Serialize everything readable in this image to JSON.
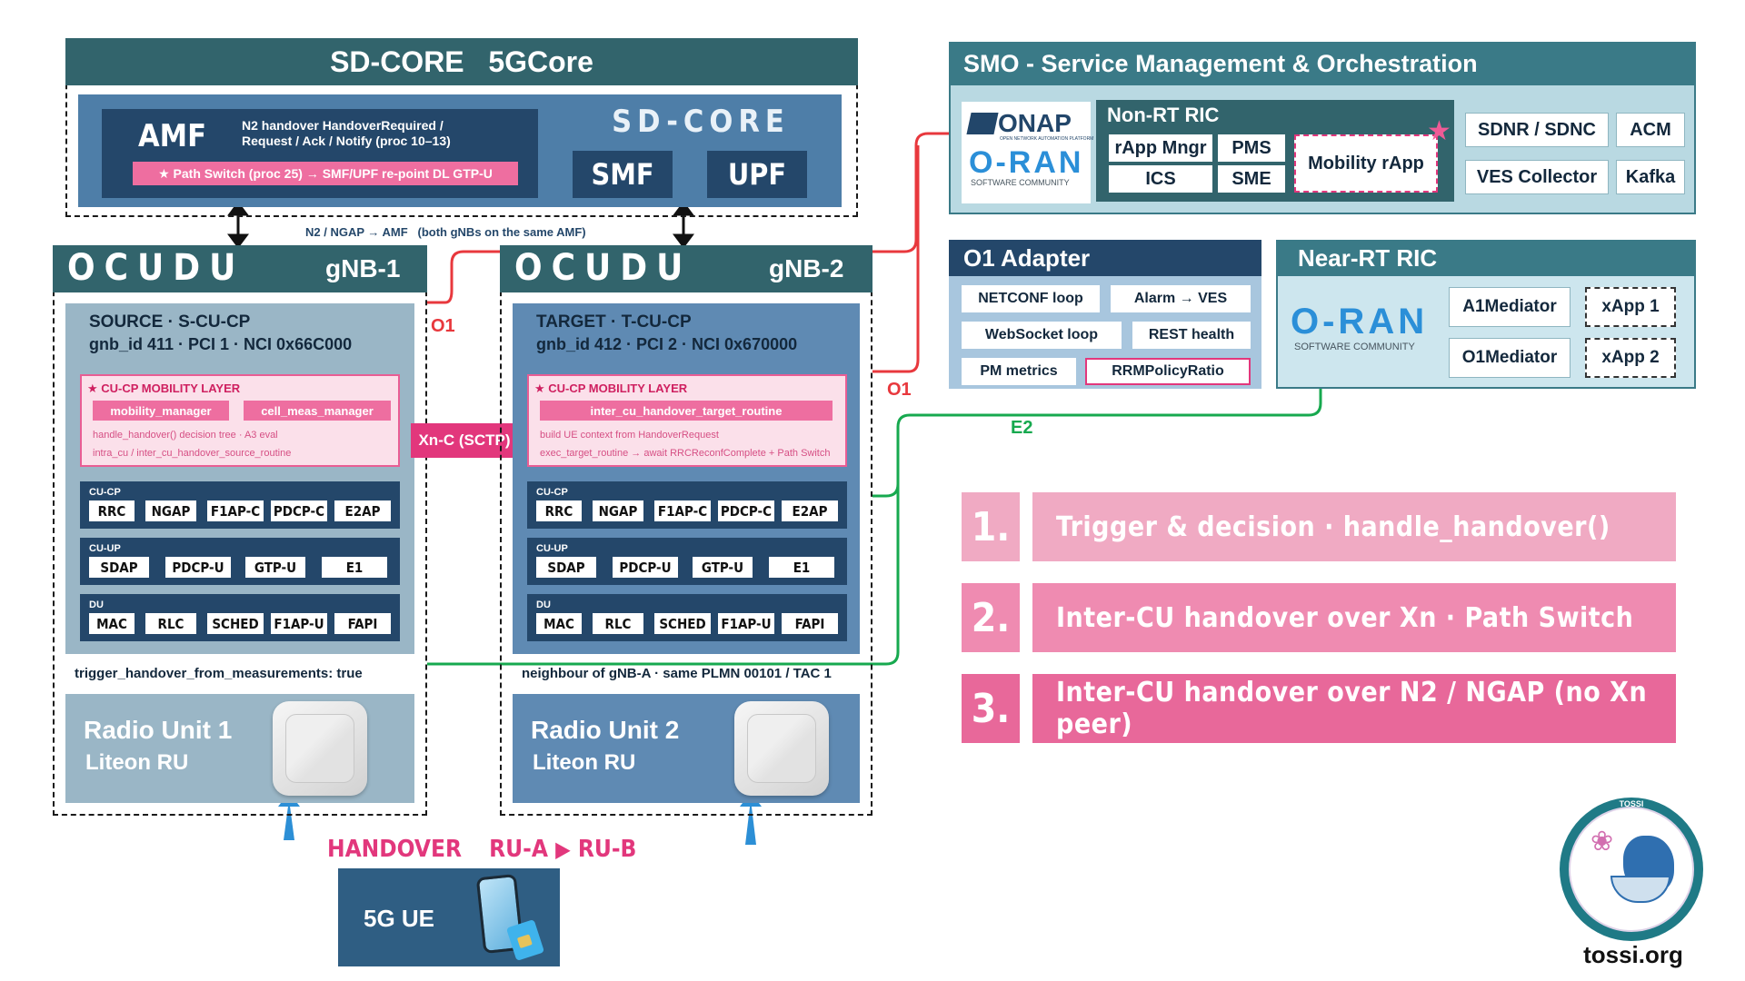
{
  "sdcore": {
    "header": "SD-CORE   5GCore",
    "amf": "AMF",
    "n2_text": "N2 handover HandoverRequired / Request / Ack / Notify (proc 10–13)",
    "path_switch": "★ Path Switch (proc 25) → SMF/UPF re-point DL GTP-U",
    "logo": "SD-CORE",
    "smf": "SMF",
    "upf": "UPF"
  },
  "n2_label": "N2 / NGAP → AMF   (both gNBs on the same AMF)",
  "gnb1": {
    "logo": "OCUDU",
    "name": "gNB-1",
    "role": "SOURCE · S-CU-CP",
    "ids": "gnb_id 411 · PCI 1 · NCI 0x66C000",
    "mobility_title": "★ CU-CP MOBILITY LAYER",
    "pills": [
      "mobility_manager",
      "cell_meas_manager"
    ],
    "notes": [
      "handle_handover() decision tree · A3 eval",
      "intra_cu / inter_cu_handover_source_routine"
    ],
    "cucp_label": "CU-CP",
    "cucp": [
      "RRC",
      "NGAP",
      "F1AP-C",
      "PDCP-C",
      "E2AP"
    ],
    "cuup_label": "CU-UP",
    "cuup": [
      "SDAP",
      "PDCP-U",
      "GTP-U",
      "E1"
    ],
    "du_label": "DU",
    "du": [
      "MAC",
      "RLC",
      "SCHED",
      "F1AP-U",
      "FAPI"
    ],
    "footer": "trigger_handover_from_measurements: true",
    "ru_title": "Radio Unit 1",
    "ru_sub": "Liteon RU"
  },
  "gnb2": {
    "logo": "OCUDU",
    "name": "gNB-2",
    "role": "TARGET · T-CU-CP",
    "ids": "gnb_id 412 · PCI 2 · NCI 0x670000",
    "mobility_title": "★ CU-CP MOBILITY LAYER",
    "pills": [
      "inter_cu_handover_target_routine"
    ],
    "notes": [
      "build UE context from HandoverRequest",
      "exec_target_routine → await RRCReconfComplete + Path Switch"
    ],
    "cucp_label": "CU-CP",
    "cucp": [
      "RRC",
      "NGAP",
      "F1AP-C",
      "PDCP-C",
      "E2AP"
    ],
    "cuup_label": "CU-UP",
    "cuup": [
      "SDAP",
      "PDCP-U",
      "GTP-U",
      "E1"
    ],
    "du_label": "DU",
    "du": [
      "MAC",
      "RLC",
      "SCHED",
      "F1AP-U",
      "FAPI"
    ],
    "footer": "neighbour of gNB-A · same PLMN 00101 / TAC 1",
    "ru_title": "Radio Unit 2",
    "ru_sub": "Liteon RU"
  },
  "xnc": "Xn-C (SCTP)",
  "o1_left": "O1",
  "o1_right": "O1",
  "e2": "E2",
  "smo": {
    "header": "SMO - Service Management & Orchestration",
    "onap": "ONAP",
    "onap_sub": "OPEN NETWORK AUTOMATION PLATFORM",
    "oran": "O-RAN",
    "oran_sub": "SOFTWARE COMMUNITY",
    "nonrt_title": "Non-RT RIC",
    "nonrt": [
      "rApp Mngr",
      "PMS",
      "ICS",
      "SME"
    ],
    "mobility_rapp": "Mobility rApp",
    "right": [
      "SDNR / SDNC",
      "ACM",
      "VES Collector",
      "Kafka"
    ]
  },
  "o1adapter": {
    "header": "O1 Adapter",
    "items": [
      "NETCONF loop",
      "Alarm → VES",
      "WebSocket loop",
      "REST health",
      "PM metrics",
      "RRMPolicyRatio"
    ]
  },
  "nearrt": {
    "header": "Near-RT RIC",
    "oran": "O-RAN",
    "oran_sub": "SOFTWARE COMMUNITY",
    "items": [
      "A1Mediator",
      "xApp 1",
      "O1Mediator",
      "xApp 2"
    ]
  },
  "steps": [
    {
      "num": "1.",
      "text": "Trigger & decision · handle_handover()"
    },
    {
      "num": "2.",
      "text": "Inter-CU handover over Xn · Path Switch"
    },
    {
      "num": "3.",
      "text": "Inter-CU handover over N2 / NGAP (no Xn peer)"
    }
  ],
  "handover": {
    "label": "HANDOVER",
    "from": "RU-A",
    "to": "RU-B"
  },
  "ue": "5G UE",
  "tossi": {
    "badge": "TOSSI",
    "domain": "tossi.org"
  },
  "colors": {
    "navy": "#24476a",
    "teal": "#32646c",
    "pink": "#e94f8a",
    "red": "#e8383d",
    "green": "#17a94f"
  }
}
